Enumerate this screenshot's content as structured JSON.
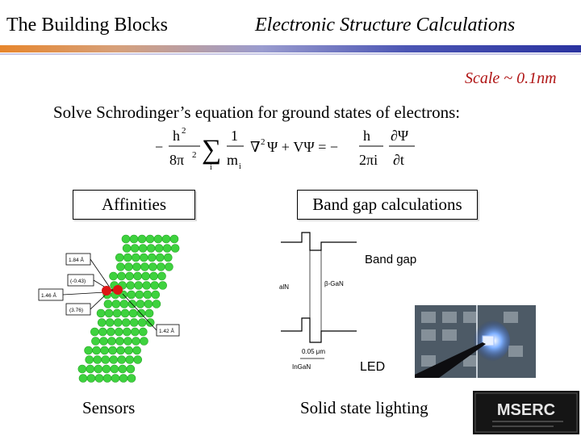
{
  "header": {
    "left_title": "The Building Blocks",
    "right_title": "Electronic Structure Calculations"
  },
  "scale_note": "Scale ~ 0.1nm",
  "intro": "Solve Schrodinger’s equation for ground states of electrons:",
  "equation": {
    "h2": "h",
    "two": "2",
    "eight_pi2": "8π",
    "sum": "∑",
    "sum_index": "i",
    "one": "1",
    "m_i": "m",
    "laplacian_psi": "∇",
    "plus_v_psi": "Ψ + VΨ = −",
    "h": "h",
    "two_pi_i": "2πi",
    "d_psi": "∂Ψ",
    "d_t": "∂t"
  },
  "boxes": {
    "affinities": "Affinities",
    "band_gap_calculations": "Band gap calculations"
  },
  "figure_labels": {
    "band_gap": "Band gap",
    "led": "LED",
    "nanotube_1": "1.84 Å",
    "nanotube_2": "(-0.43)",
    "nanotube_3": "1.46 Å",
    "nanotube_4": "(3.76)",
    "nanotube_5": "1.42 Å",
    "bg_alN": "alN",
    "bg_gan": "β-GaN",
    "bg_length": "0.05 μm",
    "bg_bottom": "InGaN"
  },
  "captions": {
    "sensors": "Sensors",
    "solid_state_lighting": "Solid state lighting"
  },
  "logo": {
    "text": "MSERC"
  }
}
